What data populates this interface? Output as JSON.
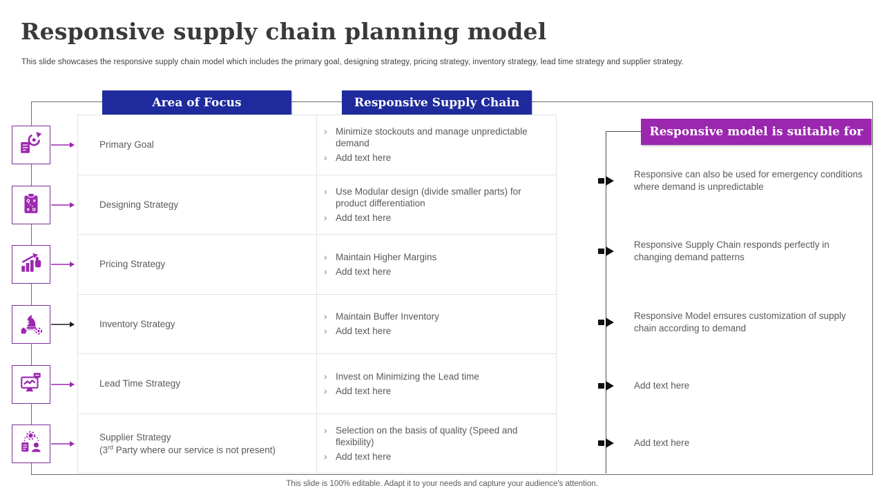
{
  "slide": {
    "title": "Responsive supply chain planning model",
    "subtitle": "This slide showcases the responsive supply chain model which includes the primary goal, designing strategy, pricing strategy, inventory strategy, lead time strategy and supplier strategy.",
    "footer": "This slide is 100% editable. Adapt it to your needs and capture your audience's attention."
  },
  "table": {
    "col1_header": "Area of Focus",
    "col2_header": "Responsive Supply Chain",
    "bullet_glyph": "›",
    "rows": [
      {
        "label": "Primary Goal",
        "icon": "goal-target-icon",
        "bullets": [
          "Minimize stockouts and manage unpredictable demand",
          "Add text here"
        ]
      },
      {
        "label": "Designing Strategy",
        "icon": "strategy-board-icon",
        "bullets": [
          "Use Modular design (divide smaller parts) for product differentiation",
          "Add text here"
        ]
      },
      {
        "label": "Pricing Strategy",
        "icon": "growth-chart-icon",
        "bullets": [
          "Maintain Higher Margins",
          "Add text here"
        ]
      },
      {
        "label": "Inventory Strategy",
        "icon": "chess-strategy-icon",
        "bullets": [
          "Maintain Buffer Inventory",
          "Add text here"
        ]
      },
      {
        "label": "Lead Time Strategy",
        "icon": "monitor-handshake-icon",
        "bullets": [
          "Invest on Minimizing the Lead time",
          "Add text here"
        ]
      },
      {
        "label": "Supplier Strategy",
        "sublabel_pre": "(3",
        "sublabel_sup": "rd",
        "sublabel_post": " Party where our service is not present)",
        "icon": "supplier-network-icon",
        "bullets": [
          "Selection on the basis of quality (Speed and flexibility)",
          "Add text here"
        ]
      }
    ]
  },
  "right_panel": {
    "title": "Responsive model is suitable for",
    "items": [
      "Responsive can also be used for emergency conditions where demand is unpredictable",
      "Responsive Supply Chain responds perfectly in changing demand patterns",
      "Responsive Model ensures customization of supply chain according to demand",
      "Add text here",
      "Add text here"
    ]
  },
  "colors": {
    "header_blue": "#1f2a9d",
    "accent_purple": "#9b27af",
    "icon_purple": "#9c27b0",
    "line_dark": "#4d4d4d",
    "text_gray": "#595959"
  }
}
